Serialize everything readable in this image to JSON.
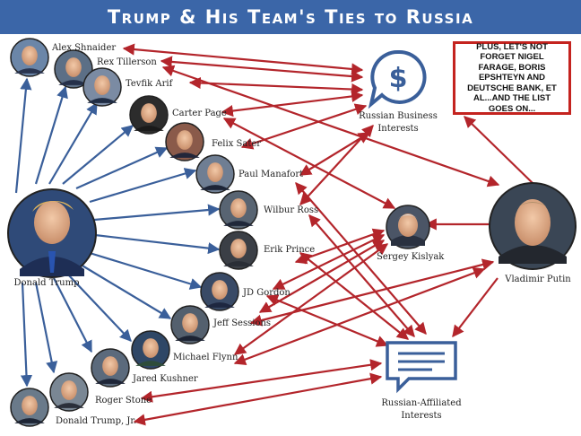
{
  "title": "Trump & His Team's Ties to Russia",
  "note": "PLUS, LET'S NOT FORGET NIGEL FARAGE, BORIS EPSHTEYN AND DEUTSCHE BANK, ET AL...AND THE LIST GOES ON...",
  "colors": {
    "title_bar": "#3b66a8",
    "blue_arrow": "#3a5f9a",
    "red_arrow": "#b3252b",
    "note_border": "#c4231f"
  },
  "hubs": {
    "business": {
      "icon": "dollar-speech-bubble-icon",
      "label_lines": [
        "Russian Business",
        "Interests"
      ]
    },
    "affiliated": {
      "icon": "message-lines-icon",
      "label_lines": [
        "Russian-Affiliated",
        "Interests"
      ]
    }
  },
  "people": {
    "trump": "Donald Trump",
    "putin": "Vladimir Putin",
    "kislyak": "Sergey Kislyak",
    "team": [
      "Alex Shnaider",
      "Rex Tillerson",
      "Tevfik Arif",
      "Carter Page",
      "Felix Sater",
      "Paul Manafort",
      "Wilbur Ross",
      "Erik Prince",
      "JD Gordon",
      "Jeff Sessions",
      "Michael Flynn",
      "Jared Kushner",
      "Roger Stone",
      "Donald Trump, Jr."
    ]
  }
}
